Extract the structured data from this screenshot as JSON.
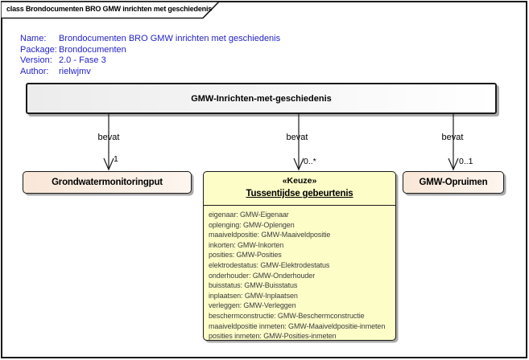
{
  "frame": {
    "title": "class Brondocumenten BRO GMW inrichten met geschiedenis"
  },
  "metadata": {
    "rows": [
      {
        "label": "Name:",
        "value": "Brondocumenten BRO GMW inrichten met geschiedenis"
      },
      {
        "label": "Package:",
        "value": "Brondocumenten"
      },
      {
        "label": "Version:",
        "value": "2.0 - Fase 3"
      },
      {
        "label": "Author:",
        "value": "rielwjmv"
      }
    ]
  },
  "diagram": {
    "root_class": {
      "name": "GMW-Inrichten-met-geschiedenis"
    },
    "relations": [
      {
        "label": "bevat",
        "multiplicity": "1",
        "target": "Grondwatermonitoringput"
      },
      {
        "label": "bevat",
        "multiplicity": "0..*",
        "target": "Tussentijdse gebeurtenis"
      },
      {
        "label": "bevat",
        "multiplicity": "0..1",
        "target": "GMW-Opruimen"
      }
    ],
    "classes": {
      "left": {
        "name": "Grondwatermonitoringput"
      },
      "middle": {
        "stereotype": "«Keuze»",
        "name": "Tussentijdse gebeurtenis",
        "attributes": [
          "eigenaar: GMW-Eigenaar",
          "oplenging: GMW-Oplengen",
          "maaiveldpositie: GMW-Maaiveldpositie",
          "inkorten: GMW-Inkorten",
          "posities: GMW-Posities",
          "elektrodestatus: GMW-Elektrodestatus",
          "onderhouder: GMW-Onderhouder",
          "buisstatus: GMW-Buisstatus",
          "inplaatsen: GMW-Inplaatsen",
          "verleggen: GMW-Verleggen",
          "beschermconstructie: GMW-Beschermconstructie",
          "maaiveldpositie inmeten: GMW-Maaiveldpositie-inmeten",
          "posities inmeten: GMW-Posities-inmeten"
        ]
      },
      "right": {
        "name": "GMW-Opruimen"
      }
    }
  },
  "colors": {
    "meta_text": "#1f1fc8",
    "line_color": "#1a1a1a",
    "choice_fill": "#fdfdc8",
    "class_fill_left": "#f9e7d7",
    "class_fill_right": "#fdf6ef",
    "root_fill_left": "#ececec",
    "root_fill_right": "#ffffff",
    "attr_text": "#3c3c3c",
    "shadow": "#ababab"
  }
}
